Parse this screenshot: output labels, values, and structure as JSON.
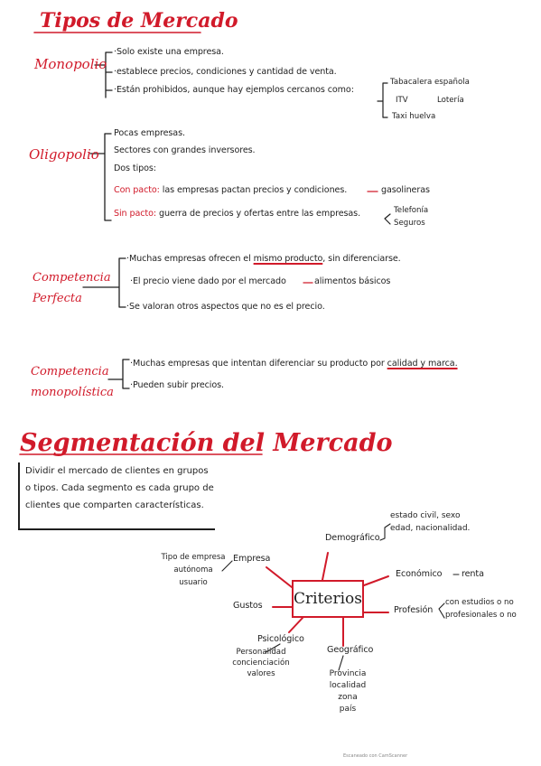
{
  "title": "Tipos de Mercado",
  "monopolio": {
    "label": "Monopolio",
    "items": [
      "·Solo existe una empresa.",
      "·establece precios, condiciones y cantidad de venta.",
      "·Están prohibidos, aunque hay ejemplos cercanos como:"
    ],
    "examples": [
      "Tabacalera española",
      "ITV",
      "Lotería",
      "Taxi huelva"
    ]
  },
  "oligopolio": {
    "label": "Oligopolio",
    "items": [
      "Pocas empresas.",
      "Sectores con grandes inversores.",
      "Dos tipos:"
    ],
    "con_pacto_label": "Con pacto:",
    "con_pacto_text": "las empresas pactan precios y condiciones.",
    "con_pacto_example": "gasolineras",
    "sin_pacto_label": "Sin pacto:",
    "sin_pacto_text": "guerra de precios y ofertas entre las empresas.",
    "sin_pacto_examples": [
      "Telefonía",
      "Seguros"
    ]
  },
  "competencia_perfecta": {
    "label_line1": "Competencia",
    "label_line2": "Perfecta",
    "item1_a": "·Muchas empresas ofrecen el",
    "item1_u": "mismo producto",
    "item1_b": ", sin diferenciarse.",
    "item2_a": "·El precio viene dado por el mercado",
    "item2_b": "alimentos básicos",
    "item3": "·Se valoran otros aspectos que no es el precio."
  },
  "competencia_monopolistica": {
    "label_line1": "Competencia",
    "label_line2": "monopolística",
    "item1_a": "·Muchas empresas que intentan diferenciar su producto por",
    "item1_u": "calidad y marca.",
    "item2": "·Pueden subir precios."
  },
  "segmentacion": {
    "title": "Segmentación del Mercado",
    "definition": "Dividir el mercado de clientes en grupos o tipos. Cada segmento es cada grupo de clientes que comparten características.",
    "center": "Criterios",
    "empresa": {
      "label": "Empresa",
      "sub": [
        "Tipo de empresa",
        "autónoma",
        "usuario"
      ]
    },
    "demografico": {
      "label": "Demográfico",
      "sub": [
        "estado civil, sexo",
        "edad, nacionalidad."
      ]
    },
    "economico": {
      "label": "Económico",
      "sub": "renta"
    },
    "profesion": {
      "label": "Profesión",
      "sub": [
        "con estudios o no",
        "profesionales o no"
      ]
    },
    "gustos": {
      "label": "Gustos"
    },
    "psicologico": {
      "label": "Psicológico",
      "sub": [
        "Personalidad",
        "concienciación",
        "valores"
      ]
    },
    "geografico": {
      "label": "Geográfico",
      "sub": [
        "Provincia",
        "localidad",
        "zona",
        "país"
      ]
    }
  },
  "footer": "Escaneado con CamScanner",
  "colors": {
    "accent": "#d11a2a",
    "ink": "#1f1f1f"
  }
}
